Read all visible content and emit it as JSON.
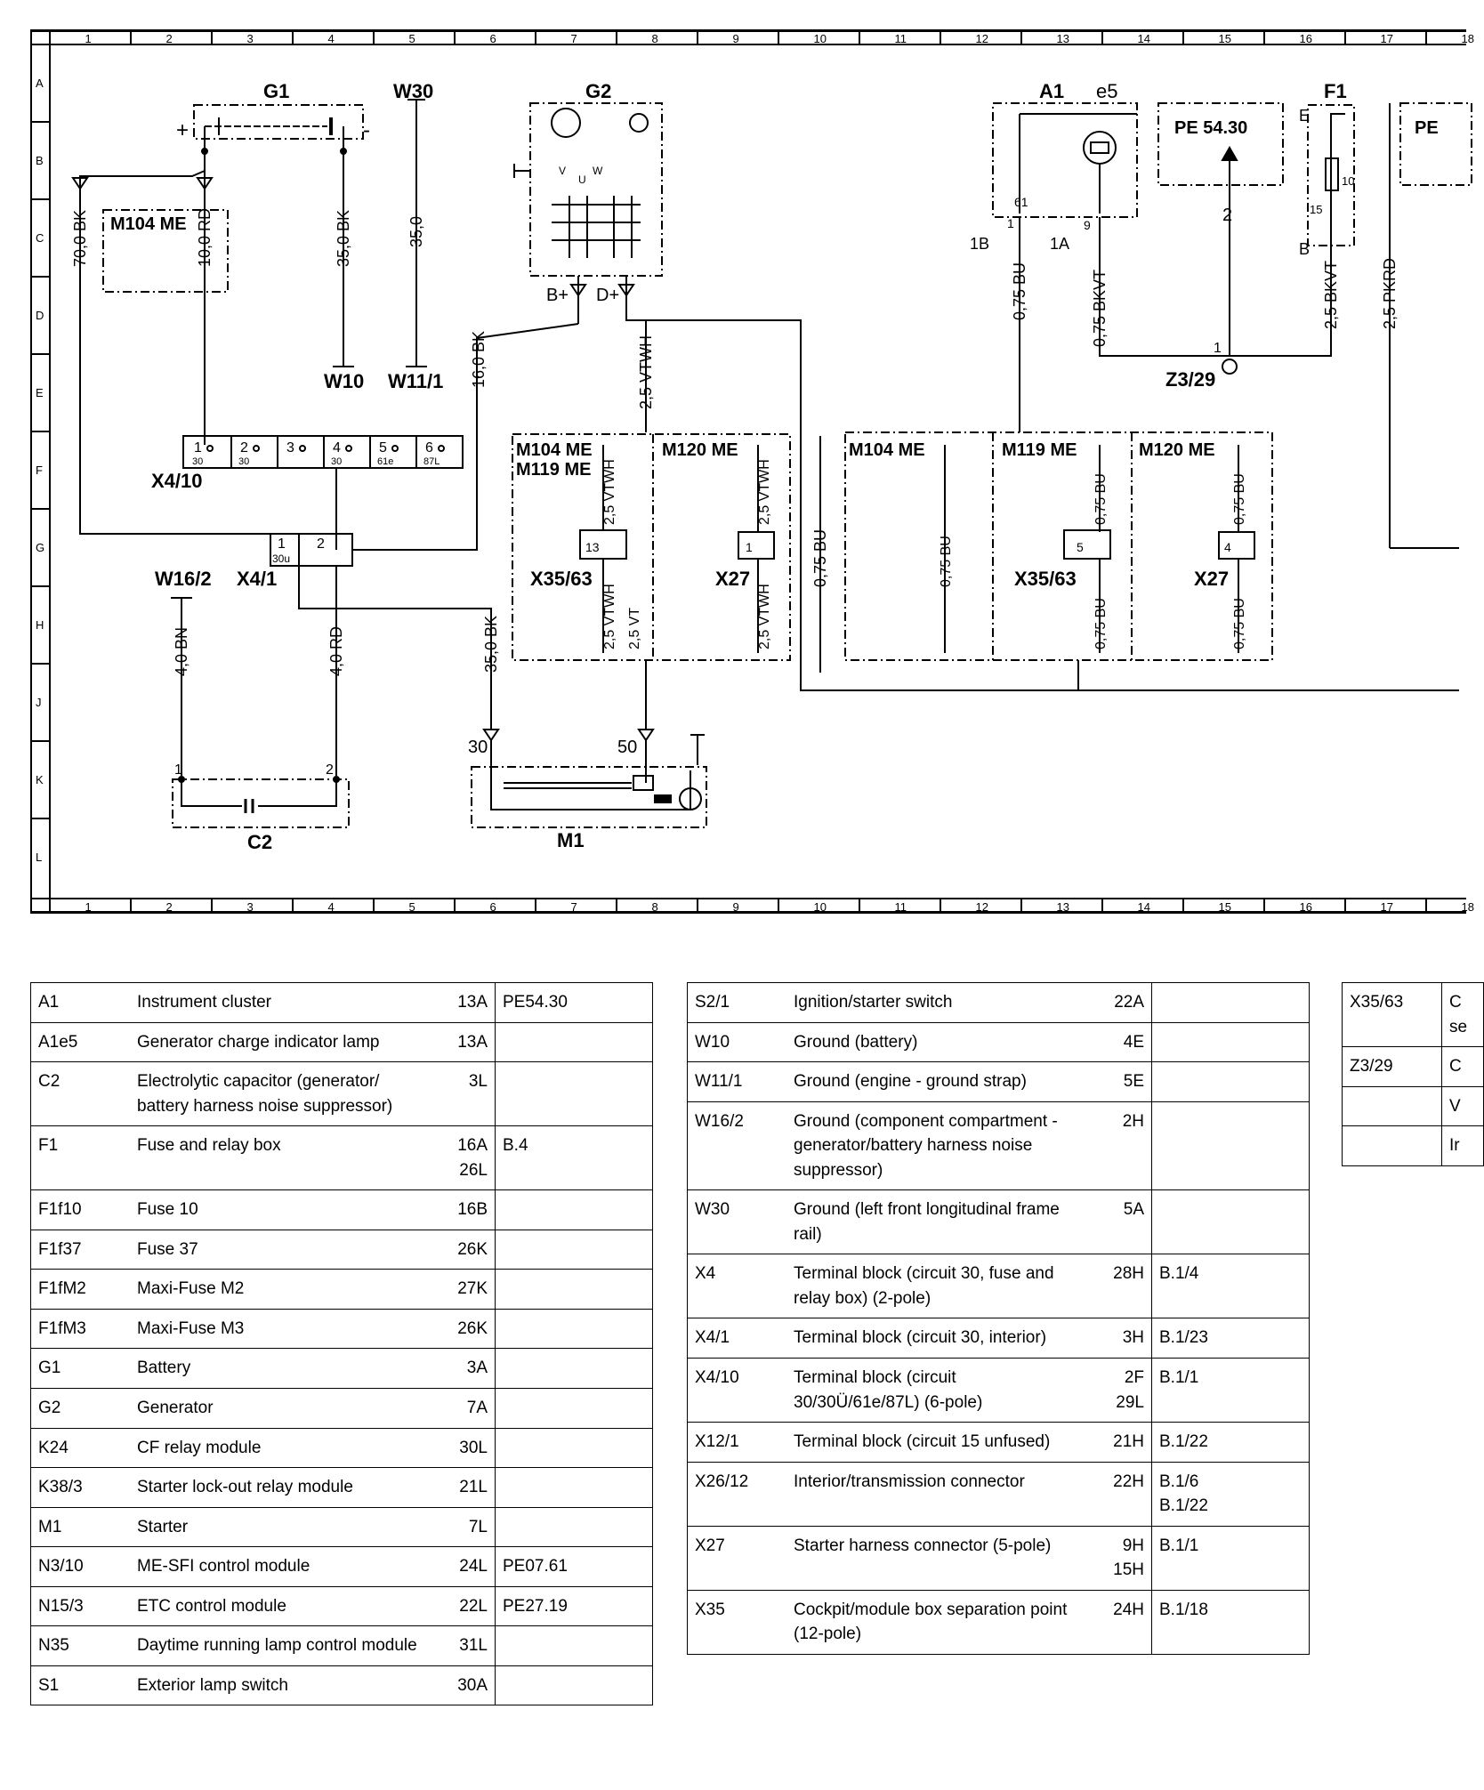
{
  "grid": {
    "columns": [
      "1",
      "2",
      "3",
      "4",
      "5",
      "6",
      "7",
      "8",
      "9",
      "10",
      "11",
      "12",
      "13",
      "14",
      "15",
      "16",
      "17",
      "18"
    ],
    "rows": [
      "A",
      "B",
      "C",
      "D",
      "E",
      "F",
      "G",
      "H",
      "J",
      "K",
      "L"
    ]
  },
  "components": {
    "G1": "G1",
    "W30": "W30",
    "G2": "G2",
    "A1": "A1",
    "e5": "e5",
    "F1": "F1",
    "M104ME_a": "M104 ME",
    "W10": "W10",
    "W11_1": "W11/1",
    "X4_10": "X4/10",
    "X4_1": "X4/1",
    "W16_2": "W16/2",
    "C2": "C2",
    "M1": "M1",
    "Z3_29": "Z3/29",
    "box1_a": "M104 ME",
    "box1_b": "M119 ME",
    "box2": "M120 ME",
    "box3": "M104 ME",
    "box4": "M119 ME",
    "box5": "M120 ME",
    "X35_63_a": "X35/63",
    "X27_a": "X27",
    "X35_63_b": "X35/63",
    "X27_b": "X27",
    "pe1": "PE 54.30",
    "pe2": "PE"
  },
  "wires": {
    "w70": "70,0 BK",
    "w10rd": "10,0 RD",
    "w35bk": "35,0 BK",
    "w35": "35,0",
    "w16bk": "16,0 BK",
    "w25vtwh_top": "2,5 VTWH",
    "w075bu_a": "0,75 BU",
    "w075bkvt": "0,75 BKVT",
    "w25bkvt": "2,5 BKVT",
    "w25pkrd": "2,5 PKRD",
    "w25vtwh_1": "2,5 VTWH",
    "w25vtwh_2": "2,5 VTWH",
    "w25vtwh_3": "2,5 VTWH",
    "w25vtwh_4": "2,5 VTWH",
    "w25vt": "2,5 VT",
    "w075bu_b": "0,75 BU",
    "w075bu_c": "0,75 BU",
    "w075bu_d": "0,75 BU",
    "w075bu_e": "0,75 BU",
    "w075bu_f": "0,75 BU",
    "w075bu_g": "0,75 BU",
    "w35bk_2": "35,0 BK",
    "w40bn": "4,0 BN",
    "w40rd": "4,0 RD"
  },
  "pins": {
    "plus": "+",
    "minus": "-",
    "bplus": "B+",
    "dplus": "D+",
    "p1B": "1B",
    "p1A": "1A",
    "p61": "61",
    "p1": "1",
    "p9": "9",
    "E": "E",
    "B": "B",
    "f15": "15",
    "f10": "10",
    "n2": "2",
    "n1": "1",
    "v": "V",
    "u": "U",
    "w": "W",
    "x410": [
      "1",
      "2",
      "3",
      "4",
      "5",
      "6"
    ],
    "x410sub": [
      "30",
      "30",
      "",
      "30",
      "61e",
      "87L"
    ],
    "x41_1": "1",
    "x41_30u": "30u",
    "x41_2": "2",
    "x35_13": "13",
    "x27_1": "1",
    "x35_5": "5",
    "x27_4": "4",
    "c2_1": "1",
    "c2_2": "2",
    "m1_30": "30",
    "m1_50": "50"
  },
  "legend1": [
    {
      "code": "A1",
      "desc": "Instrument cluster",
      "loc": "13A",
      "ref": "PE54.30"
    },
    {
      "code": "A1e5",
      "desc": "Generator charge indicator lamp",
      "loc": "13A",
      "ref": ""
    },
    {
      "code": "C2",
      "desc": "Electrolytic capacitor (generator/ battery harness noise suppressor)",
      "loc": "3L",
      "ref": ""
    },
    {
      "code": "F1",
      "desc": "Fuse and relay box",
      "loc": "16A 26L",
      "ref": "B.4"
    },
    {
      "code": "F1f10",
      "desc": "Fuse 10",
      "loc": "16B",
      "ref": ""
    },
    {
      "code": "F1f37",
      "desc": "Fuse 37",
      "loc": "26K",
      "ref": ""
    },
    {
      "code": "F1fM2",
      "desc": "Maxi-Fuse M2",
      "loc": "27K",
      "ref": ""
    },
    {
      "code": "F1fM3",
      "desc": "Maxi-Fuse M3",
      "loc": "26K",
      "ref": ""
    },
    {
      "code": "G1",
      "desc": "Battery",
      "loc": "3A",
      "ref": ""
    },
    {
      "code": "G2",
      "desc": "Generator",
      "loc": "7A",
      "ref": ""
    },
    {
      "code": "K24",
      "desc": "CF relay module",
      "loc": "30L",
      "ref": ""
    },
    {
      "code": "K38/3",
      "desc": "Starter lock-out relay module",
      "loc": "21L",
      "ref": ""
    },
    {
      "code": "M1",
      "desc": "Starter",
      "loc": "7L",
      "ref": ""
    },
    {
      "code": "N3/10",
      "desc": "ME-SFI control module",
      "loc": "24L",
      "ref": "PE07.61"
    },
    {
      "code": "N15/3",
      "desc": "ETC control module",
      "loc": "22L",
      "ref": "PE27.19"
    },
    {
      "code": "N35",
      "desc": "Daytime running lamp control module",
      "loc": "31L",
      "ref": ""
    },
    {
      "code": "S1",
      "desc": "Exterior lamp switch",
      "loc": "30A",
      "ref": ""
    }
  ],
  "legend2": [
    {
      "code": "S2/1",
      "desc": "Ignition/starter switch",
      "loc": "22A",
      "ref": ""
    },
    {
      "code": "W10",
      "desc": "Ground (battery)",
      "loc": "4E",
      "ref": ""
    },
    {
      "code": "W11/1",
      "desc": "Ground (engine - ground strap)",
      "loc": "5E",
      "ref": ""
    },
    {
      "code": "W16/2",
      "desc": "Ground (component compartment - generator/battery harness noise suppressor)",
      "loc": "2H",
      "ref": ""
    },
    {
      "code": "W30",
      "desc": "Ground (left front longitudinal frame rail)",
      "loc": "5A",
      "ref": ""
    },
    {
      "code": "X4",
      "desc": "Terminal block (circuit 30, fuse and relay box) (2-pole)",
      "loc": "28H",
      "ref": "B.1/4"
    },
    {
      "code": "X4/1",
      "desc": "Terminal block (circuit 30, interior)",
      "loc": "3H",
      "ref": "B.1/23"
    },
    {
      "code": "X4/10",
      "desc": "Terminal block (circuit 30/30Ü/61e/87L) (6-pole)",
      "loc": "2F 29L",
      "ref": "B.1/1"
    },
    {
      "code": "X12/1",
      "desc": "Terminal block (circuit 15 unfused)",
      "loc": "21H",
      "ref": "B.1/22"
    },
    {
      "code": "X26/12",
      "desc": "Interior/transmission connector",
      "loc": "22H",
      "ref": "B.1/6 B.1/22"
    },
    {
      "code": "X27",
      "desc": "Starter harness connector (5-pole)",
      "loc": "9H 15H",
      "ref": "B.1/1"
    },
    {
      "code": "X35",
      "desc": "Cockpit/module box separation point (12-pole)",
      "loc": "24H",
      "ref": "B.1/18"
    }
  ],
  "legend3": [
    {
      "code": "X35/63",
      "desc": "C se"
    },
    {
      "code": "Z3/29",
      "desc": "C"
    },
    {
      "code": "",
      "desc": "V"
    },
    {
      "code": "",
      "desc": "Ir"
    }
  ]
}
